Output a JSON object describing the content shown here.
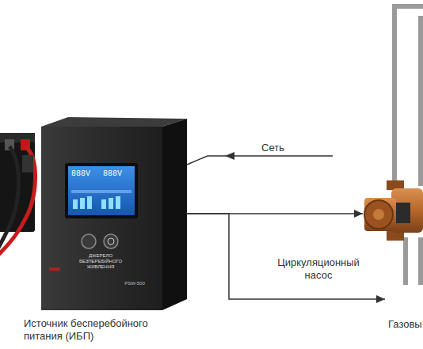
{
  "diagram": {
    "nodes": [
      {
        "text": [
          "Источник бесперебойного питания (ИБП)"
        ]
      },
      {
        "text": [
          "Циркуляционный насос"
        ]
      },
      {
        "text": [
          "Газовы"
        ]
      }
    ],
    "edges": [
      {
        "from": 0,
        "to": 1,
        "arrow": "to"
      },
      {
        "from": 0,
        "to": 2,
        "arrow": "to"
      }
    ],
    "labels": [
      "Сеть",
      "888V",
      "888V",
      "ДЖЕРЕЛО БЕЗПЕРЕБІЙНОГО ЖИВЛЕННЯ",
      "PSW-500"
    ]
  }
}
